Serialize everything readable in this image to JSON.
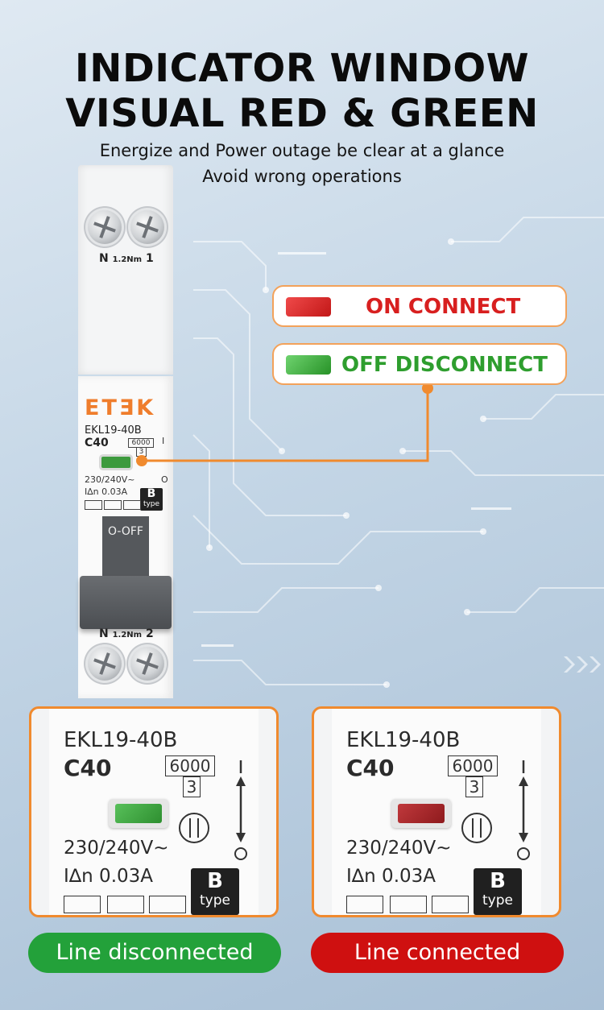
{
  "header": {
    "title_line1": "INDICATOR WINDOW",
    "title_line2": "VISUAL RED & GREEN",
    "subtitle_line1": "Energize and Power outage be clear at a glance",
    "subtitle_line2": "Avoid wrong operations"
  },
  "breaker": {
    "brand": "ETƎK",
    "model": "EKL19-40B",
    "rating": "C40",
    "breaking_capacity": "6000",
    "energy_class": "3",
    "voltage": "230/240V~",
    "residual_current": "I∆n 0.03A",
    "type_letter": "B",
    "type_word": "type",
    "top_terminal_label": "N",
    "top_terminal_number": "1",
    "bottom_terminal_label": "N",
    "bottom_terminal_number": "2",
    "torque": "1.2Nm",
    "handle_label": "O-OFF",
    "on_symbol": "I",
    "off_symbol": "O"
  },
  "callouts": {
    "on": {
      "label": "ON CONNECT",
      "color": "#d81f1f"
    },
    "off": {
      "label": "OFF DISCONNECT",
      "color": "#2e9e2e"
    }
  },
  "cards": [
    {
      "model": "EKL19-40B",
      "rating": "C40",
      "breaking_capacity": "6000",
      "energy_class": "3",
      "voltage": "230/240V~",
      "residual_current": "I∆n 0.03A",
      "type_letter": "B",
      "type_word": "type",
      "window_color": "#3aa23d",
      "status": "Line disconnected",
      "status_color": "#23a13a"
    },
    {
      "model": "EKL19-40B",
      "rating": "C40",
      "breaking_capacity": "6000",
      "energy_class": "3",
      "voltage": "230/240V~",
      "residual_current": "I∆n 0.03A",
      "type_letter": "B",
      "type_word": "type",
      "window_color": "#a8262a",
      "status": "Line connected",
      "status_color": "#cf1010"
    }
  ],
  "colors": {
    "accent_orange": "#f08a2e"
  }
}
